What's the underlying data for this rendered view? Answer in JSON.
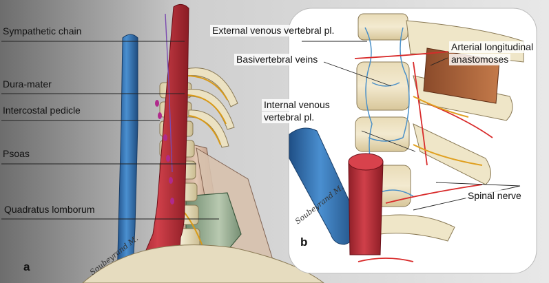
{
  "panel_a": {
    "letter": "a",
    "signature": "Soubeyrand M.",
    "labels": {
      "sympathetic_chain": "Sympathetic chain",
      "dura_mater": "Dura-mater",
      "intercostal_pedicle": "Intercostal pedicle",
      "psoas": "Psoas",
      "quadratus_lumborum": "Quadratus lomborum"
    }
  },
  "panel_b": {
    "letter": "b",
    "signature": "Soubeyrand M.",
    "labels": {
      "external_venous": "External venous vertebral pl.",
      "basivertebral": "Basivertebral veins",
      "internal_venous_line1": "Internal venous",
      "internal_venous_line2": "vertebral pl.",
      "arterial_line1": "Arterial longitudinal",
      "arterial_line2": "anastomoses",
      "spinal_nerve": "Spinal nerve"
    }
  },
  "colors": {
    "aorta": "#c0303a",
    "vena_cava": "#3a78b8",
    "bone": "#efe6c8",
    "muscle": "#c9a893",
    "nerve": "#e0a020"
  }
}
